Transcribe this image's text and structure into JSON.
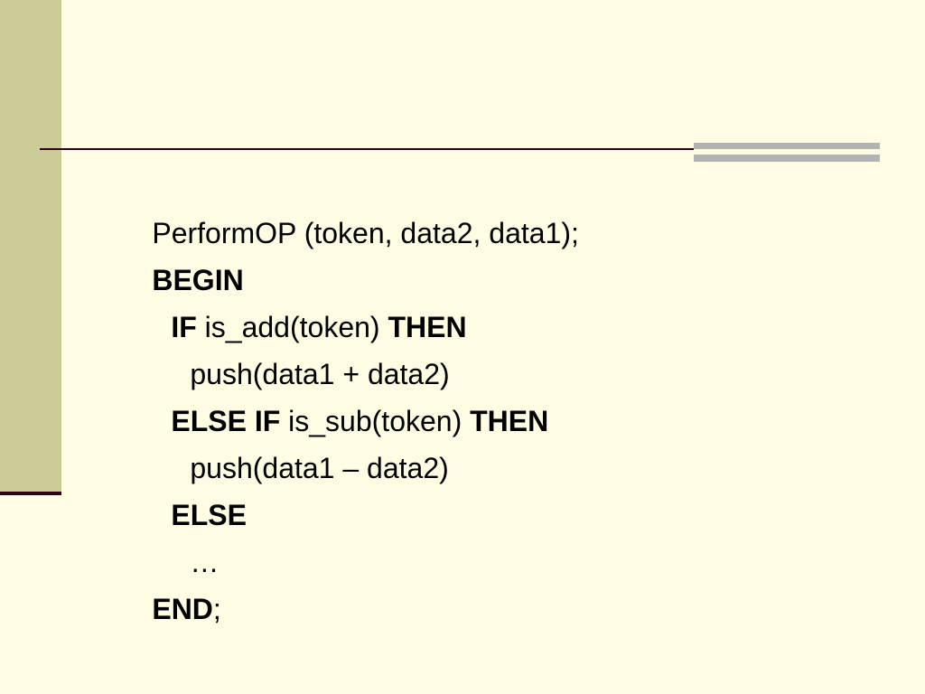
{
  "code_lines": [
    {
      "segments": [
        {
          "text": "PerformOP (token, data2, data1);"
        }
      ]
    },
    {
      "segments": [
        {
          "text": "BEGIN",
          "bold": true
        }
      ]
    },
    {
      "segments": [
        {
          "text": "IF",
          "bold": true
        },
        {
          "text": " is_add(token) "
        },
        {
          "text": "THEN",
          "bold": true
        }
      ]
    },
    {
      "segments": [
        {
          "text": "push(data1 + data2)"
        }
      ]
    },
    {
      "segments": [
        {
          "text": "ELSE IF",
          "bold": true
        },
        {
          "text": " is_sub(token) "
        },
        {
          "text": "THEN",
          "bold": true
        }
      ]
    },
    {
      "segments": [
        {
          "text": "push(data1 – data2)"
        }
      ]
    },
    {
      "segments": [
        {
          "text": "ELSE",
          "bold": true
        }
      ]
    },
    {
      "segments": [
        {
          "text": "…"
        }
      ]
    },
    {
      "segments": [
        {
          "text": "END",
          "bold": true
        },
        {
          "text": ";"
        }
      ]
    }
  ],
  "colors": {
    "background": "#fefde3",
    "left_band": "#cccc99",
    "rule": "#33001a",
    "accent_bar": "#b3b3b3"
  }
}
